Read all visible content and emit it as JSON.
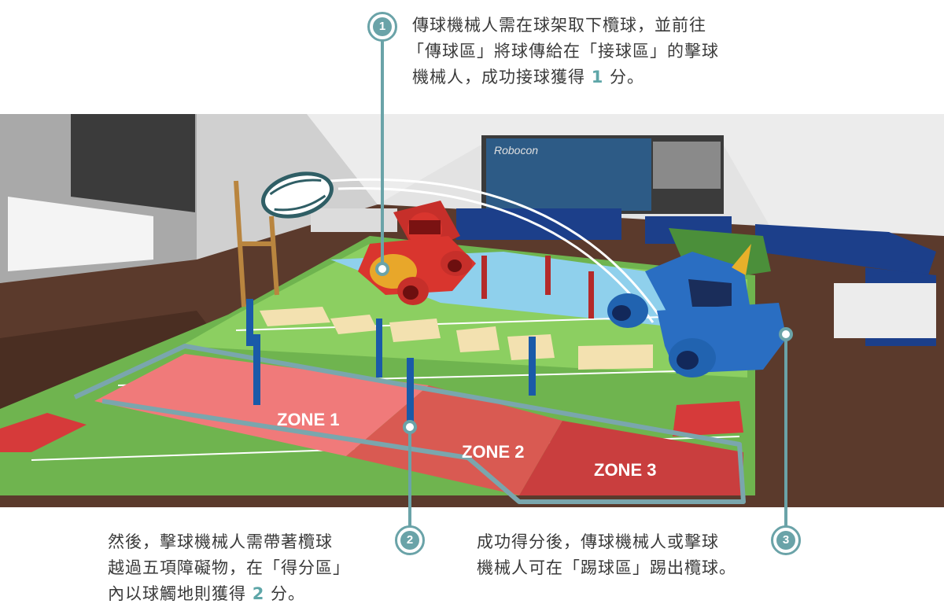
{
  "callouts": [
    {
      "number": "1",
      "lines": [
        "傳球機械人需在球架取下欖球，並前往",
        "「傳球區」將球傳給在「接球區」的擊球"
      ],
      "last_line_prefix": "機械人，成功接球獲得 ",
      "points": "1",
      "last_line_suffix": " 分。"
    },
    {
      "number": "2",
      "lines": [
        "然後，擊球機械人需帶著欖球",
        "越過五項障礙物，在「得分區」"
      ],
      "last_line_prefix": "內以球觸地則獲得 ",
      "points": "2",
      "last_line_suffix": " 分。"
    },
    {
      "number": "3",
      "lines": [
        "成功得分後，傳球機械人或擊球",
        "機械人可在「踢球區」踢出欖球。"
      ]
    }
  ],
  "zones": [
    {
      "label": "ZONE 1",
      "color": "#f07a7a"
    },
    {
      "label": "ZONE 2",
      "color": "#d95a52"
    },
    {
      "label": "ZONE 3",
      "color": "#c93e3e"
    }
  ],
  "colors": {
    "accent": "#6aa3a8",
    "field_green": "#7cc257",
    "field_light": "#9ad670",
    "red_robot": "#d9352e",
    "blue_robot": "#2a6ec2"
  },
  "icons": [
    "rugby-ball-icon",
    "red-robot-icon",
    "blue-robot-icon",
    "goal-post-icon"
  ]
}
